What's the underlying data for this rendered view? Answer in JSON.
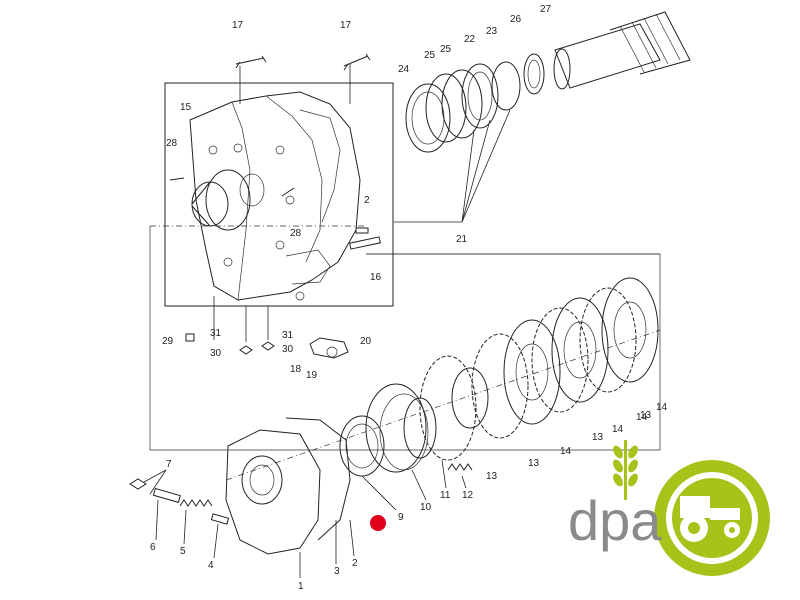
{
  "callouts": [
    {
      "id": "c1",
      "label": "1"
    },
    {
      "id": "c2",
      "label": "2"
    },
    {
      "id": "c3",
      "label": "3"
    },
    {
      "id": "c4",
      "label": "4"
    },
    {
      "id": "c5",
      "label": "5"
    },
    {
      "id": "c6",
      "label": "6"
    },
    {
      "id": "c7",
      "label": "7"
    },
    {
      "id": "c9",
      "label": "9"
    },
    {
      "id": "c10",
      "label": "10"
    },
    {
      "id": "c11",
      "label": "11"
    },
    {
      "id": "c12",
      "label": "12"
    },
    {
      "id": "c13a",
      "label": "13"
    },
    {
      "id": "c13b",
      "label": "13"
    },
    {
      "id": "c13c",
      "label": "13"
    },
    {
      "id": "c13d",
      "label": "13"
    },
    {
      "id": "c14a",
      "label": "14"
    },
    {
      "id": "c14b",
      "label": "14"
    },
    {
      "id": "c14c",
      "label": "14"
    },
    {
      "id": "c14d",
      "label": "14"
    },
    {
      "id": "c15",
      "label": "15"
    },
    {
      "id": "c16",
      "label": "16"
    },
    {
      "id": "c17a",
      "label": "17"
    },
    {
      "id": "c17b",
      "label": "17"
    },
    {
      "id": "c18",
      "label": "18"
    },
    {
      "id": "c19",
      "label": "19"
    },
    {
      "id": "c2b",
      "label": "2"
    },
    {
      "id": "c20",
      "label": "20"
    },
    {
      "id": "c21",
      "label": "21"
    },
    {
      "id": "c22",
      "label": "22"
    },
    {
      "id": "c23",
      "label": "23"
    },
    {
      "id": "c24",
      "label": "24"
    },
    {
      "id": "c25a",
      "label": "25"
    },
    {
      "id": "c25b",
      "label": "25"
    },
    {
      "id": "c26",
      "label": "26"
    },
    {
      "id": "c27",
      "label": "27"
    },
    {
      "id": "c28a",
      "label": "28"
    },
    {
      "id": "c28b",
      "label": "28"
    },
    {
      "id": "c29",
      "label": "29"
    },
    {
      "id": "c30a",
      "label": "30"
    },
    {
      "id": "c30b",
      "label": "30"
    },
    {
      "id": "c31a",
      "label": "31"
    },
    {
      "id": "c31b",
      "label": "31"
    }
  ],
  "logo": {
    "text": "dpa",
    "green": "#a8c21a",
    "gray": "#8a8a8a"
  },
  "marker": {
    "color": "#e0001a"
  }
}
